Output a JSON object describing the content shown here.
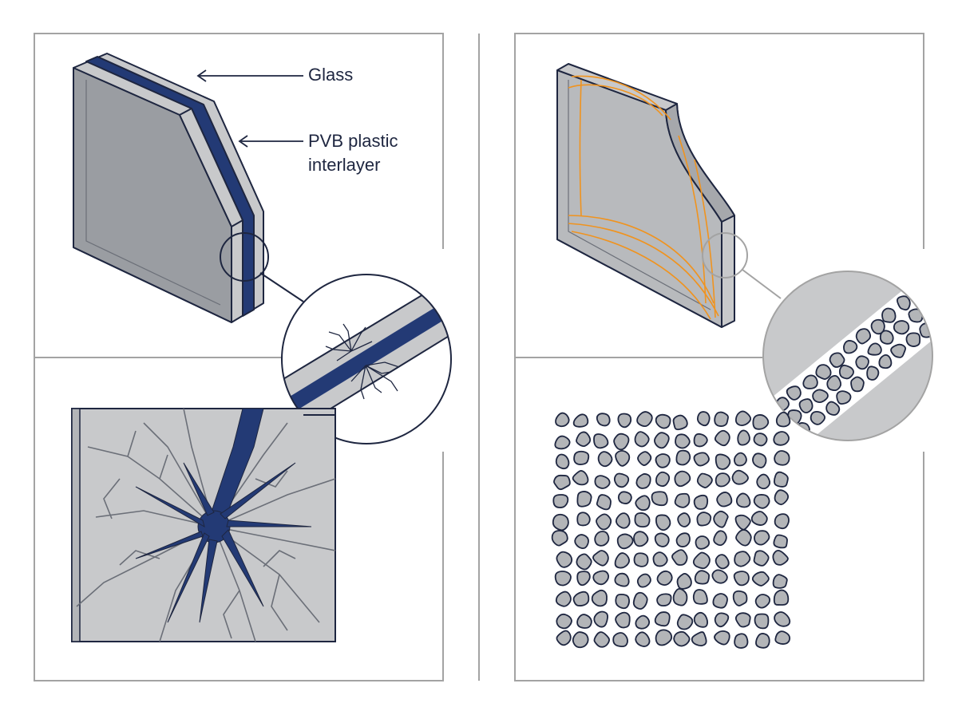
{
  "diagram": {
    "labels": {
      "glass": "Glass",
      "pvb_line1": "PVB plastic",
      "pvb_line2": "interlayer"
    },
    "colors": {
      "frame": "#a3a3a3",
      "outline": "#1e2640",
      "glass_fill": "#c8c9cb",
      "glass_face": "#b3b5b8",
      "glass_dark_face": "#9a9da2",
      "interlayer": "#233a75",
      "stress_lines": "#f0931e",
      "label_text": "#1e2640",
      "background": "#ffffff"
    }
  }
}
